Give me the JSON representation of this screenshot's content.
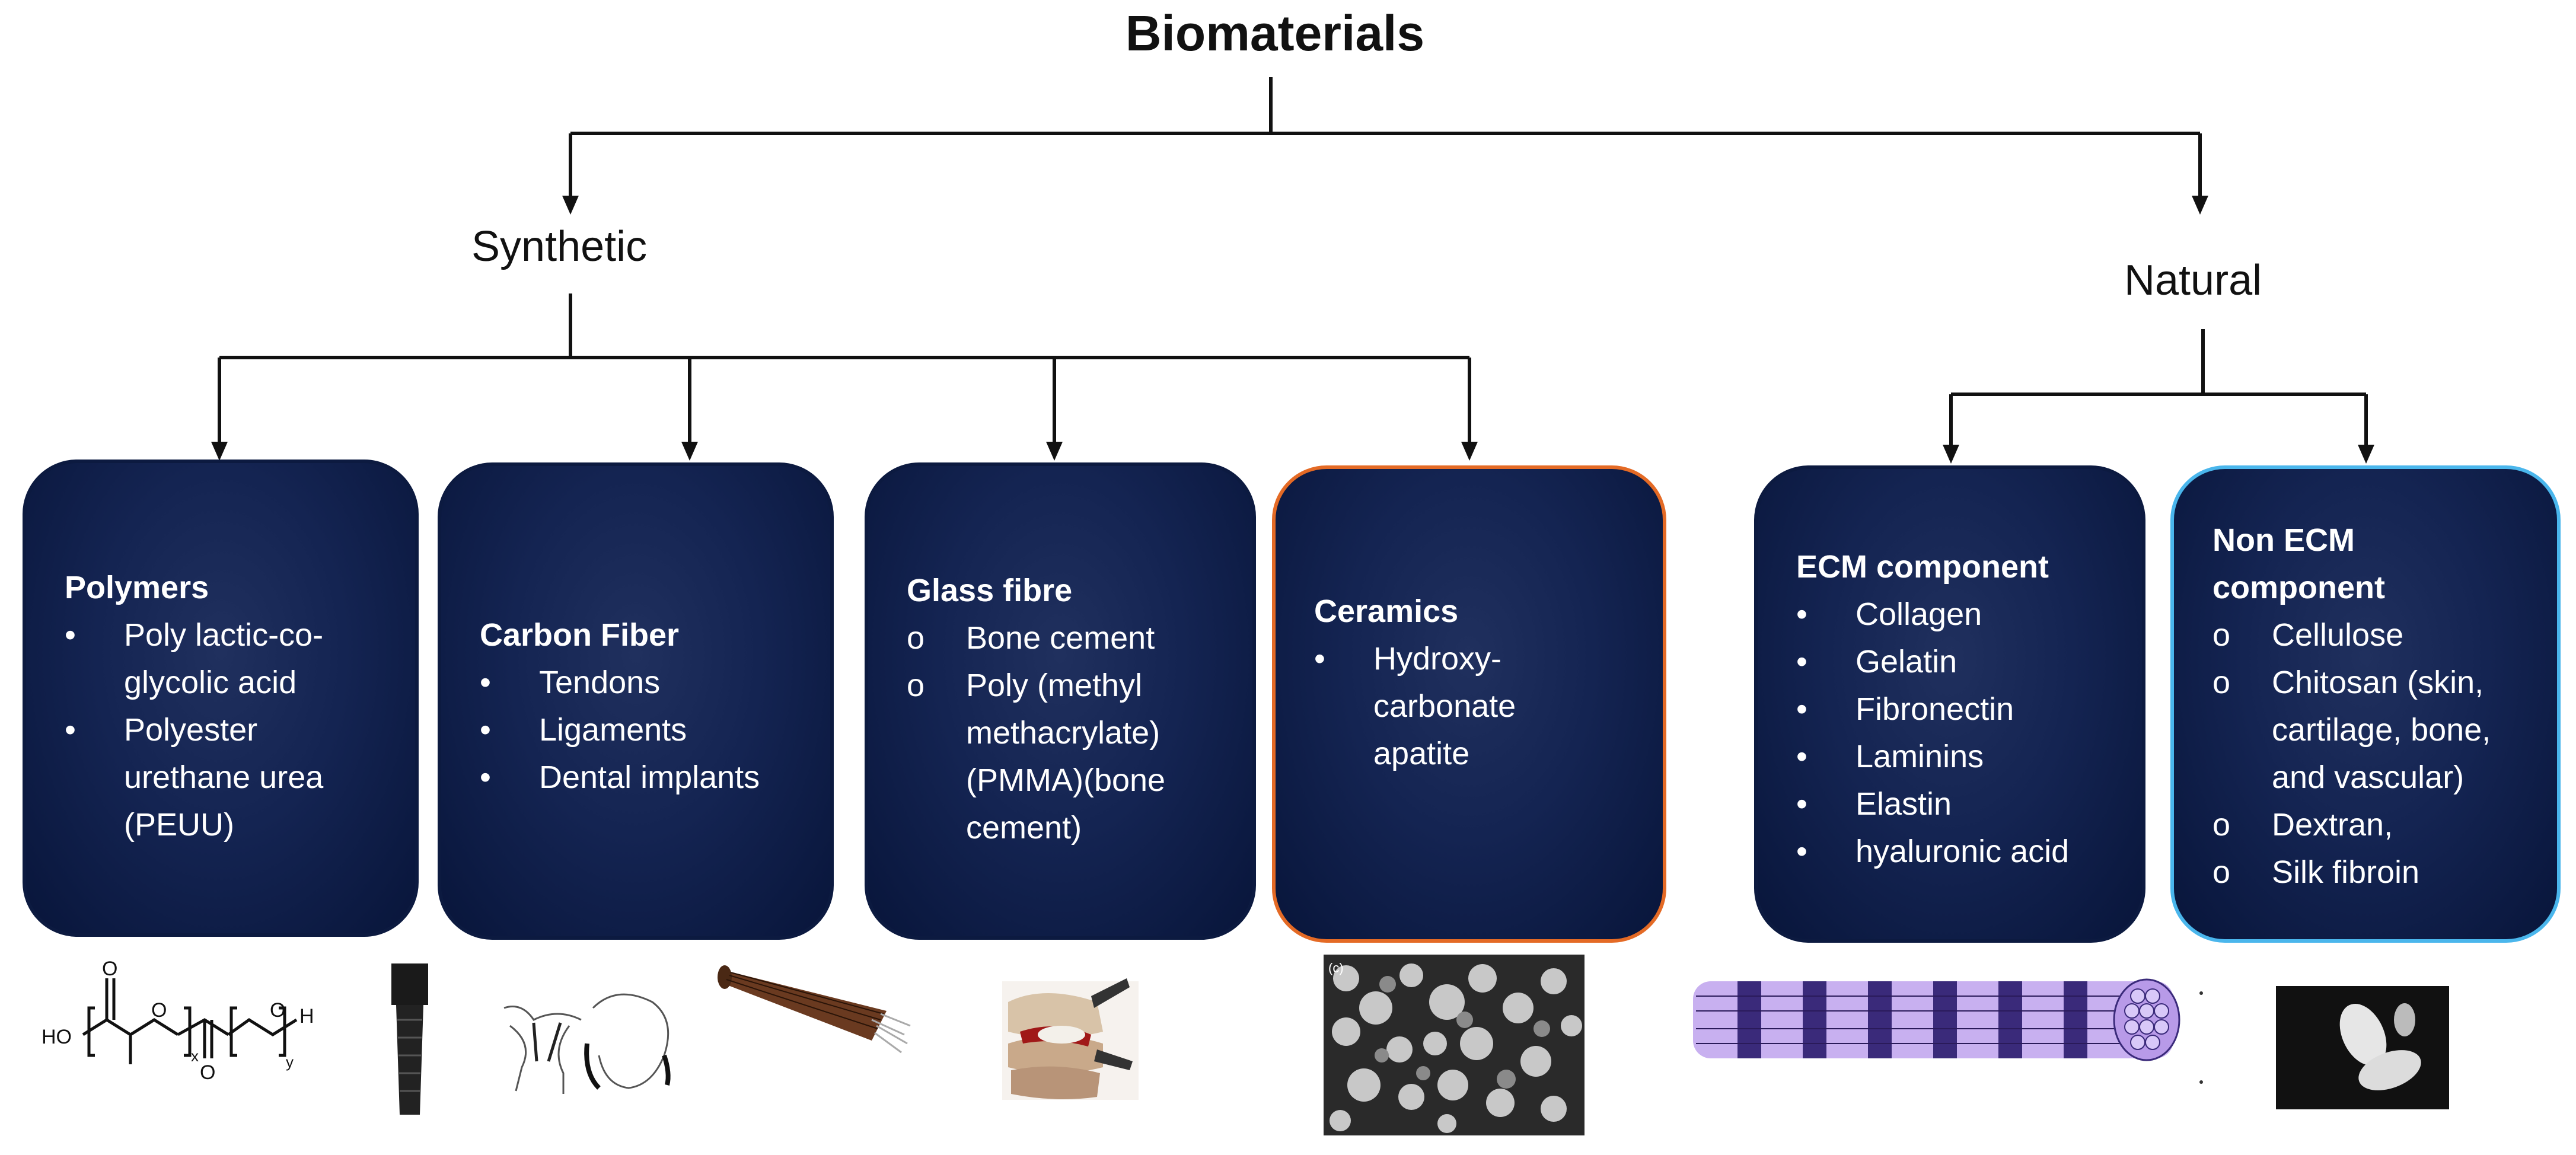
{
  "title": "Biomaterials",
  "branches": {
    "synthetic": "Synthetic",
    "natural": "Natural"
  },
  "cards": [
    {
      "id": "polymers",
      "heading": "Polymers",
      "marker": "•",
      "lines": [
        {
          "marker": "•",
          "text": "Poly lactic-co-"
        },
        {
          "marker": "",
          "text": "glycolic acid"
        },
        {
          "marker": "•",
          "text": "Polyester"
        },
        {
          "marker": "",
          "text": "urethane urea"
        },
        {
          "marker": "",
          "text": "(PEUU)"
        }
      ]
    },
    {
      "id": "carbon-fiber",
      "heading": "Carbon Fiber",
      "lines": [
        {
          "marker": "•",
          "text": "Tendons"
        },
        {
          "marker": "•",
          "text": "Ligaments"
        },
        {
          "marker": "•",
          "text": "Dental implants"
        }
      ]
    },
    {
      "id": "glass-fibre",
      "heading": "Glass fibre",
      "lines": [
        {
          "marker": "o",
          "text": "Bone cement"
        },
        {
          "marker": "o",
          "text": "Poly (methyl"
        },
        {
          "marker": "",
          "text": "methacrylate)"
        },
        {
          "marker": "",
          "text": "(PMMA)(bone"
        },
        {
          "marker": "",
          "text": "cement)"
        }
      ]
    },
    {
      "id": "ceramics",
      "heading": "Ceramics",
      "lines": [
        {
          "marker": "•",
          "text": "Hydroxy-"
        },
        {
          "marker": "",
          "text": "carbonate"
        },
        {
          "marker": "",
          "text": "apatite"
        }
      ]
    },
    {
      "id": "ecm",
      "heading": "ECM component",
      "lines": [
        {
          "marker": "•",
          "text": "Collagen"
        },
        {
          "marker": "•",
          "text": "Gelatin"
        },
        {
          "marker": "•",
          "text": "Fibronectin"
        },
        {
          "marker": "•",
          "text": "Laminins"
        },
        {
          "marker": "•",
          "text": "Elastin"
        },
        {
          "marker": "•",
          "text": "hyaluronic acid"
        }
      ]
    },
    {
      "id": "non-ecm",
      "heading": "Non ECM",
      "heading2": "component",
      "lines": [
        {
          "marker": "o",
          "text": "Cellulose"
        },
        {
          "marker": "o",
          "text": "Chitosan (skin,"
        },
        {
          "marker": "",
          "text": "cartilage, bone,"
        },
        {
          "marker": "",
          "text": "and vascular)"
        },
        {
          "marker": "o",
          "text": "Dextran,"
        },
        {
          "marker": "o",
          "text": "Silk fibroin"
        }
      ]
    }
  ],
  "structure_labels": {
    "ho": "HO",
    "oxygen": "O",
    "x": "x",
    "y": "y",
    "h": "H"
  },
  "sem_label": "(c)",
  "colors": {
    "card_fill": "#142452",
    "card_border": "#0c1a40",
    "ceramics_border": "#e46a25",
    "non_ecm_border": "#4ab6ec",
    "fiber_light": "#c8b0f0",
    "fiber_dark": "#3a2a7a"
  }
}
